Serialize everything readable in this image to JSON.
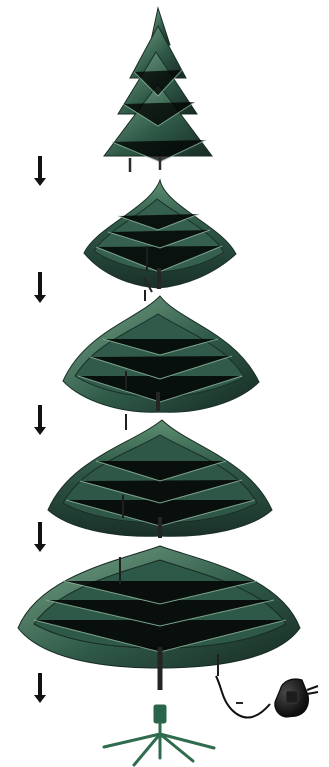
{
  "figure": {
    "sections": [
      {
        "id": "top"
      },
      {
        "id": "upper-middle"
      },
      {
        "id": "middle"
      },
      {
        "id": "lower-middle"
      },
      {
        "id": "bottom"
      }
    ],
    "assembly_arrow_count": 5,
    "colors": {
      "background": "#ffffff",
      "needle_dark": "#1f3b31",
      "needle_mid": "#2f5a48",
      "needle_light": "#6f9c7e",
      "trunk": "#2a2a2a",
      "stand": "#2f6b4f",
      "adapter": "#111111",
      "cable": "#111111",
      "arrow": "#111111"
    },
    "icons": [
      "down-arrow-icon",
      "power-adapter-icon"
    ]
  }
}
